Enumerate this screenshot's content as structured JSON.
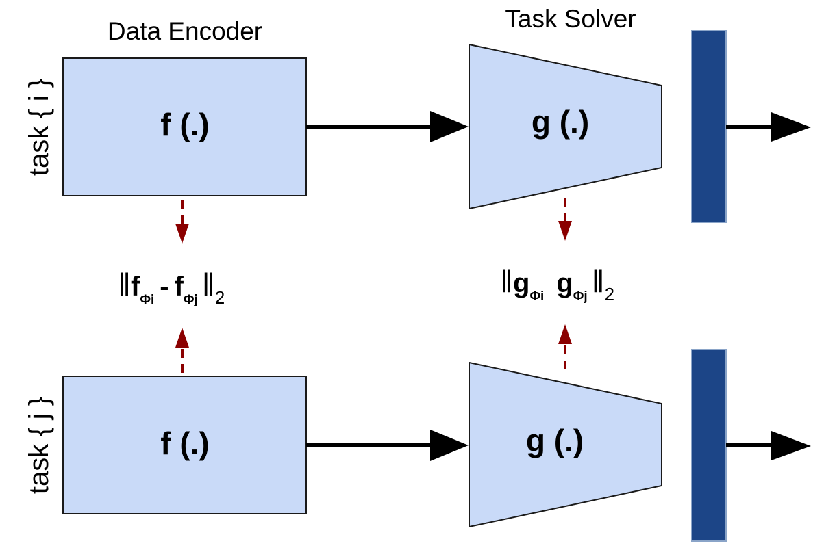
{
  "headers": {
    "encoder": "Data Encoder",
    "solver": "Task Solver"
  },
  "rows": [
    {
      "task_label": "task { i }",
      "encoder_fn": "f (.)",
      "solver_fn": "g (.)"
    },
    {
      "task_label": "task { j }",
      "encoder_fn": "f (.)",
      "solver_fn": "g (.)"
    }
  ],
  "losses": {
    "encoder": {
      "bar": "‖",
      "left": "f",
      "left_sub": "Φi",
      "op": "-",
      "right": "f",
      "right_sub": "Φj",
      "norm_sub": "2"
    },
    "solver": {
      "bar": "‖",
      "left": "g",
      "left_sub": "Φi",
      "right": "g",
      "right_sub": "Φj",
      "norm_sub": "2"
    }
  },
  "colors": {
    "box_fill": "#c9daf8",
    "box_stroke": "#1a1a1a",
    "output_block": "#1c4587",
    "arrow": "#000000",
    "loss_arrow": "#8b0000"
  }
}
